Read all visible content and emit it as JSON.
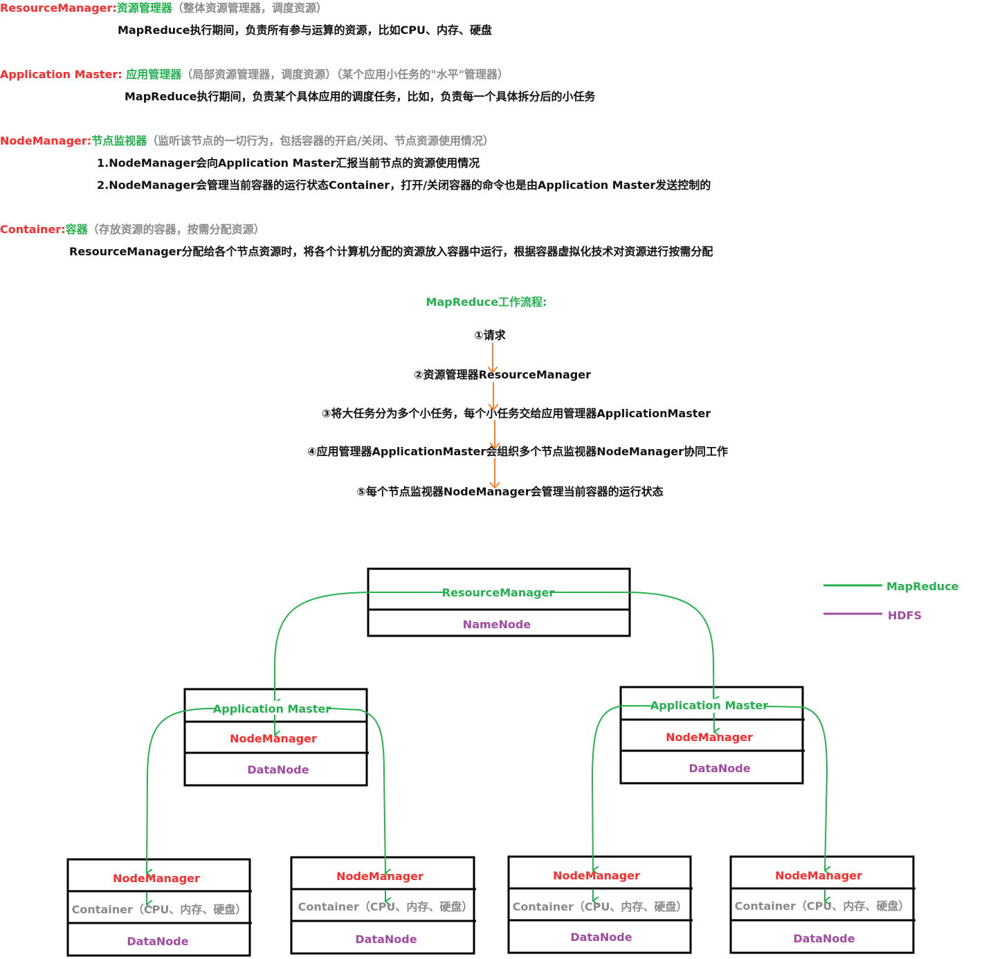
{
  "definitions": [
    {
      "term": "ResourceManager:",
      "name": "资源管理器",
      "note": "（整体资源管理器，调度资源）",
      "lines": [
        "MapReduce执行期间，负责所有参与运算的资源，比如CPU、内存、硬盘"
      ]
    },
    {
      "term": "Application Master:",
      "name": "应用管理器",
      "note": "（局部资源管理器，调度资源）（某个应用小任务的\"水平\"管理器）",
      "lines": [
        "MapReduce执行期间，负责某个具体应用的调度任务，比如，负责每一个具体拆分后的小任务"
      ]
    },
    {
      "term": "NodeManager:",
      "name": "节点监视器",
      "note": "（监听该节点的一切行为，包括容器的开启/关闭、节点资源使用情况）",
      "lines": [
        "1.NodeManager会向Application Master汇报当前节点的资源使用情况",
        "2.NodeManager会管理当前容器的运行状态Container，打开/关闭容器的命令也是由Application Master发送控制的"
      ]
    },
    {
      "term": "Container:",
      "name": "容器",
      "note": "（存放资源的容器，按需分配资源）",
      "lines": [
        "ResourceManager分配给各个节点资源时，将各个计算机分配的资源放入容器中运行，根据容器虚拟化技术对资源进行按需分配"
      ]
    }
  ],
  "flow": {
    "title": "MapReduce工作流程:",
    "steps": [
      "①请求",
      "②资源管理器ResourceManager",
      "③将大任务分为多个小任务，每个小任务交给应用管理器ApplicationMaster",
      "④应用管理器ApplicationMaster会组织多个节点监视器NodeManager协同工作",
      "⑤每个节点监视器NodeManager会管理当前容器的运行状态"
    ]
  },
  "diagram": {
    "master": {
      "rm": "ResourceManager",
      "nn": "NameNode"
    },
    "app_nodes": [
      {
        "am": "Application Master",
        "nm": "NodeManager",
        "dn": "DataNode"
      },
      {
        "am": "Application Master",
        "nm": "NodeManager",
        "dn": "DataNode"
      }
    ],
    "workers": [
      {
        "nm": "NodeManager",
        "container": "Container（CPU、内存、硬盘）",
        "dn": "DataNode"
      },
      {
        "nm": "NodeManager",
        "container": "Container（CPU、内存、硬盘）",
        "dn": "DataNode"
      },
      {
        "nm": "NodeManager",
        "container": "Container（CPU、内存、硬盘）",
        "dn": "DataNode"
      },
      {
        "nm": "NodeManager",
        "container": "Container（CPU、内存、硬盘）",
        "dn": "DataNode"
      }
    ],
    "legend": [
      {
        "label": "MapReduce",
        "color": "#22b14c"
      },
      {
        "label": "HDFS",
        "color": "#a349a4"
      }
    ]
  },
  "colors": {
    "term": "#ff2a2a",
    "name": "#22b14c",
    "note": "#8a8a8a",
    "hdfs": "#a349a4",
    "flow_arrow": "#ff7f27"
  }
}
